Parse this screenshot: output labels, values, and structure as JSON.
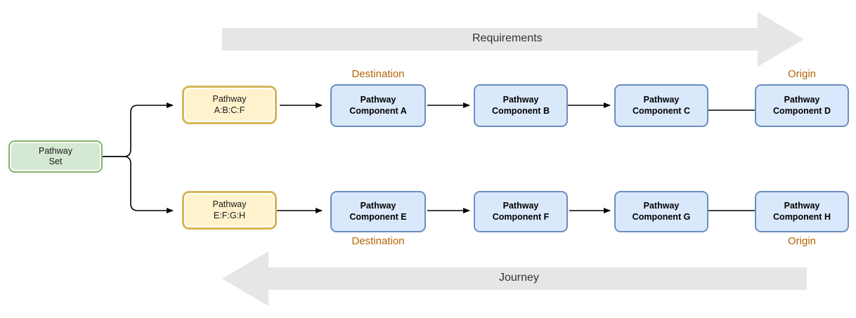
{
  "diagram": {
    "title": "Pathway Set journey and requirements diagram",
    "colors": {
      "green_fill": "#d5e8d4",
      "green_stroke": "#82b366",
      "yellow_fill": "#fff2cc",
      "yellow_stroke": "#d6b656",
      "blue_fill": "#dae8fc",
      "blue_stroke": "#6c8ebf",
      "band_fill": "#e6e6e6",
      "annotation_text": "#b46504",
      "edge_stroke": "#000000"
    }
  },
  "bands": {
    "requirements": {
      "label": "Requirements",
      "direction": "right"
    },
    "journey": {
      "label": "Journey",
      "direction": "left"
    }
  },
  "root": {
    "line1": "Pathway",
    "line2": "Set"
  },
  "pathways": [
    {
      "id": "pathway-abcf",
      "line1": "Pathway",
      "line2": "A:B:C:F"
    },
    {
      "id": "pathway-efgh",
      "line1": "Pathway",
      "line2": "E:F:G:H"
    }
  ],
  "rows": [
    {
      "id": "row-top",
      "components": [
        {
          "id": "component-a",
          "line1": "Pathway",
          "line2": "Component A"
        },
        {
          "id": "component-b",
          "line1": "Pathway",
          "line2": "Component B"
        },
        {
          "id": "component-c",
          "line1": "Pathway",
          "line2": "Component C"
        },
        {
          "id": "component-d",
          "line1": "Pathway",
          "line2": "Component D"
        }
      ],
      "annotations": {
        "destination": "Destination",
        "origin": "Origin"
      }
    },
    {
      "id": "row-bottom",
      "components": [
        {
          "id": "component-e",
          "line1": "Pathway",
          "line2": "Component E"
        },
        {
          "id": "component-f",
          "line1": "Pathway",
          "line2": "Component F"
        },
        {
          "id": "component-g",
          "line1": "Pathway",
          "line2": "Component G"
        },
        {
          "id": "component-h",
          "line1": "Pathway",
          "line2": "Component H"
        }
      ],
      "annotations": {
        "destination": "Destination",
        "origin": "Origin"
      }
    }
  ]
}
